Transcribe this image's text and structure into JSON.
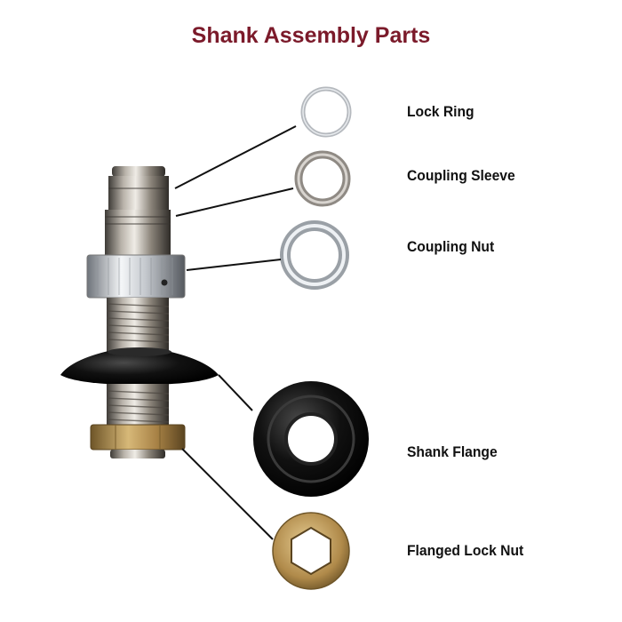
{
  "title": "Shank Assembly Parts",
  "parts": [
    {
      "id": "lock-ring",
      "label": "Lock Ring"
    },
    {
      "id": "coupling-sleeve",
      "label": "Coupling Sleeve"
    },
    {
      "id": "coupling-nut",
      "label": "Coupling Nut"
    },
    {
      "id": "shank-flange",
      "label": "Shank Flange"
    },
    {
      "id": "flanged-lock-nut",
      "label": "Flanged Lock Nut"
    }
  ],
  "colors": {
    "title": "#7b1a2a",
    "label": "#111111",
    "leader": "#111111",
    "flange": "#0d0d0d",
    "brass": "#b08a4a",
    "silver": "#c9ccd0"
  }
}
